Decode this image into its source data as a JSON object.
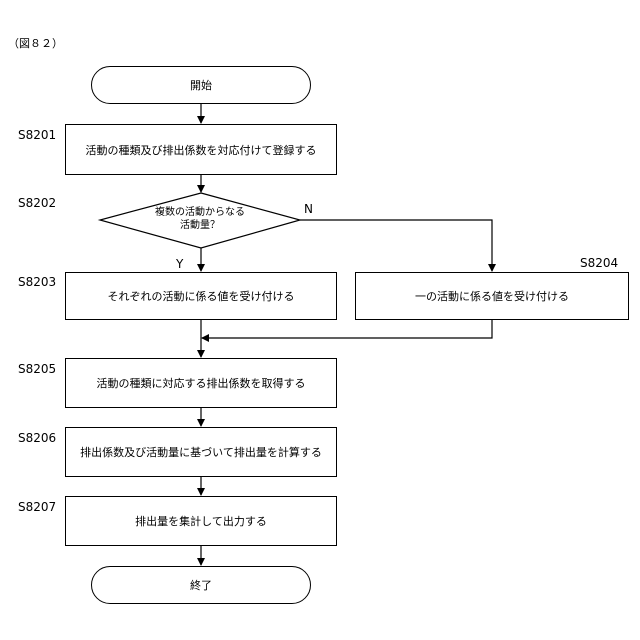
{
  "figure_label": "（図８２）",
  "terminals": {
    "start": "開始",
    "end": "終了"
  },
  "steps": {
    "s8201": {
      "id": "S8201",
      "text": "活動の種類及び排出係数を対応付けて登録する"
    },
    "s8202": {
      "id": "S8202",
      "line1": "複数の活動からなる",
      "line2": "活動量？"
    },
    "s8203": {
      "id": "S8203",
      "text": "それぞれの活動に係る値を受け付ける"
    },
    "s8204": {
      "id": "S8204",
      "text": "一の活動に係る値を受け付ける"
    },
    "s8205": {
      "id": "S8205",
      "text": "活動の種類に対応する排出係数を取得する"
    },
    "s8206": {
      "id": "S8206",
      "text": "排出係数及び活動量に基づいて排出量を計算する"
    },
    "s8207": {
      "id": "S8207",
      "text": "排出量を集計して出力する"
    }
  },
  "branches": {
    "yes": "Y",
    "no": "N"
  }
}
